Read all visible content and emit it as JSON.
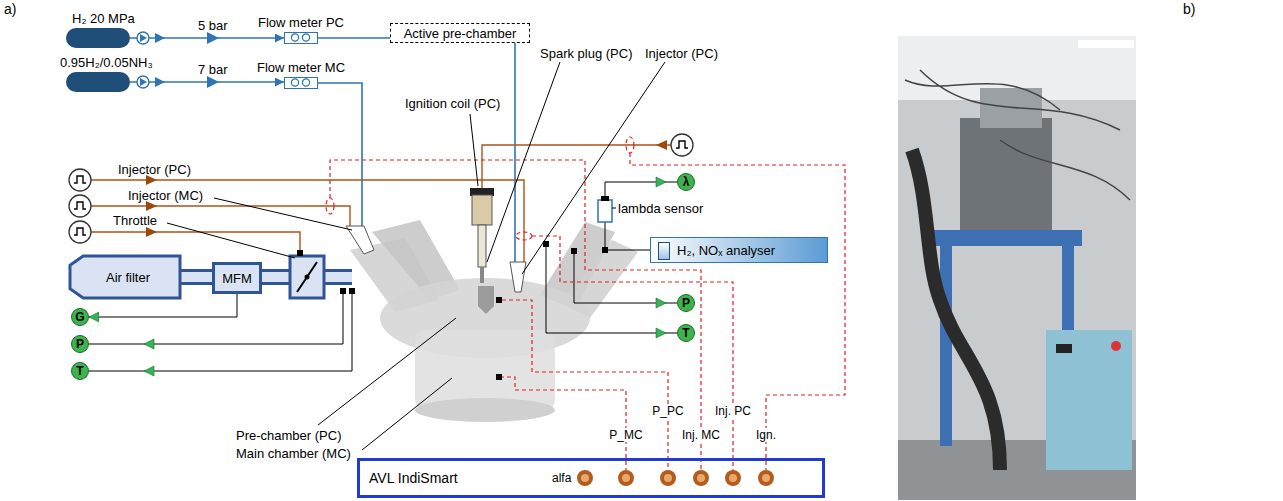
{
  "diagram": {
    "nodes": [
      {
        "text": [
          "H₂ 20 MPa"
        ]
      },
      {
        "text": [
          "0.95H₂/0.05NH₃"
        ]
      },
      {
        "text": [
          "Flow meter PC"
        ]
      },
      {
        "text": [
          "Flow meter MC"
        ]
      },
      {
        "text": [
          "Active pre-chamber"
        ]
      },
      {
        "text": [
          "Air filter"
        ]
      },
      {
        "text": [
          "MFM"
        ]
      },
      {
        "text": [
          "G"
        ]
      },
      {
        "text": [
          "P"
        ]
      },
      {
        "text": [
          "T"
        ]
      },
      {
        "text": [
          "λ"
        ]
      },
      {
        "text": [
          "H₂, NOₓ analyser"
        ]
      },
      {
        "text": [
          "P"
        ]
      },
      {
        "text": [
          "T"
        ]
      },
      {
        "text": [
          "AVL IndiSmart"
        ]
      }
    ],
    "edges": [
      {
        "from": 0,
        "to": 2,
        "arrow": "to",
        "label": "5 bar"
      },
      {
        "from": 2,
        "to": 4,
        "arrow": "none"
      },
      {
        "from": 1,
        "to": 3,
        "arrow": "to",
        "label": "7 bar"
      },
      {
        "from": 5,
        "to": 6,
        "arrow": "none"
      },
      {
        "from": 6,
        "to": 7,
        "arrow": "to"
      }
    ],
    "labels": [
      "a)",
      "b)",
      "Ignition coil (PC)",
      "Spark plug (PC)",
      "Injector (PC)",
      "Injector (PC)",
      "Injector (MC)",
      "Throttle",
      "lambda sensor",
      "Pre-chamber (PC)",
      "Main chamber (MC)",
      "P_PC",
      "P_MC",
      "Inj. MC",
      "Inj. PC",
      "Ign.",
      "alfa"
    ]
  }
}
